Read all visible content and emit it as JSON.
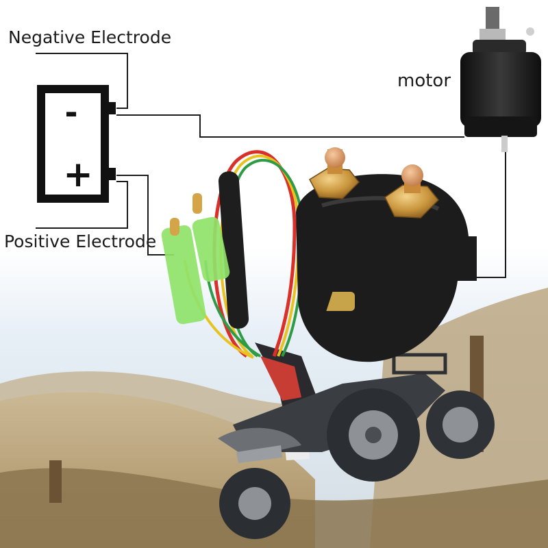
{
  "labels": {
    "negative": "Negative Electrode",
    "positive": "Positive Electrode",
    "motor": "motor"
  },
  "battery": {
    "minus_symbol": "-",
    "plus_symbol": "+"
  },
  "colors": {
    "wire": "#1a1a1a",
    "sky": "#dfe9f3",
    "hills": "#c9b48f",
    "solenoid_body": "#1c1c1c",
    "terminal": "#c98a3a",
    "wire_red": "#d9302a",
    "wire_yellow": "#e8c21e",
    "wire_green": "#2f9b46",
    "connector_green": "#8fe36a",
    "atv_tire": "#2b2f33"
  }
}
